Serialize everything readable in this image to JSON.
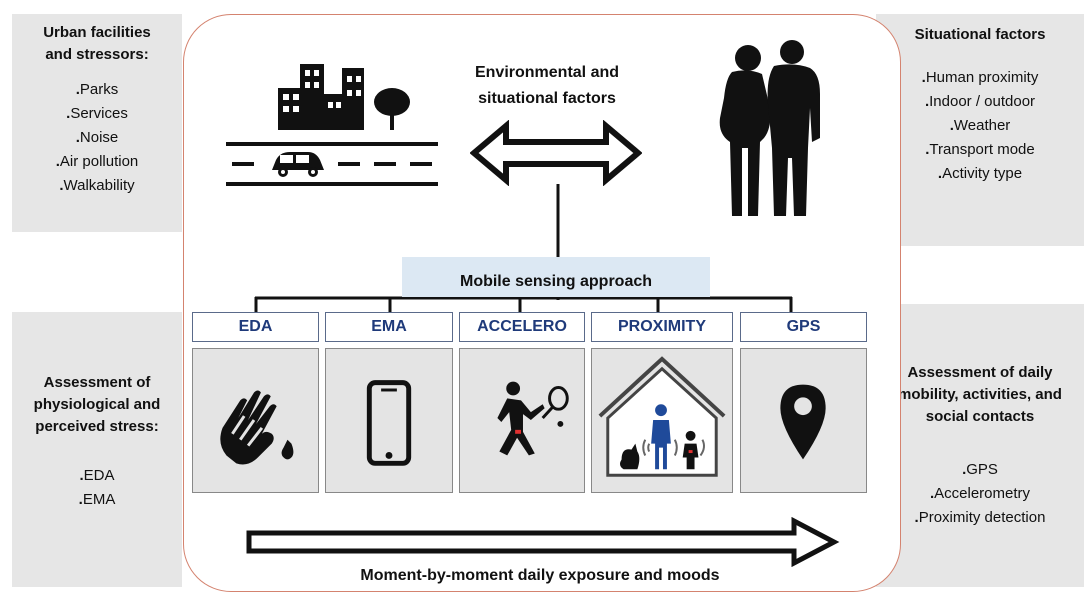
{
  "top_left": {
    "title": "Urban facilities and stressors:",
    "items": [
      "Parks",
      "Services",
      "Noise",
      "Air pollution",
      "Walkability"
    ]
  },
  "top_right": {
    "title": "Situational factors",
    "items": [
      "Human proximity",
      "Indoor / outdoor",
      "Weather",
      "Transport mode",
      "Activity type"
    ]
  },
  "bottom_left": {
    "title": "Assessment of physiological and perceived stress:",
    "items": [
      "EDA",
      "EMA"
    ]
  },
  "bottom_right": {
    "title": "Assessment of daily mobility, activities, and social contacts",
    "items": [
      "GPS",
      "Accelerometry",
      "Proximity detection"
    ]
  },
  "center": {
    "factors_title": "Environmental and situational factors",
    "approach_label": "Mobile sensing approach",
    "sensors": [
      "EDA",
      "EMA",
      "ACCELERO",
      "PROXIMITY",
      "GPS"
    ],
    "bottom_caption": "Moment-by-moment daily exposure and moods"
  },
  "icons": [
    "city-buildings-icon",
    "tree-icon",
    "road-car-icon",
    "double-arrow-icon",
    "elderly-couple-icon",
    "hand-sweat-icon",
    "smartphone-icon",
    "tennis-player-icon",
    "house-proximity-icon",
    "location-pin-icon",
    "right-arrow-icon"
  ]
}
